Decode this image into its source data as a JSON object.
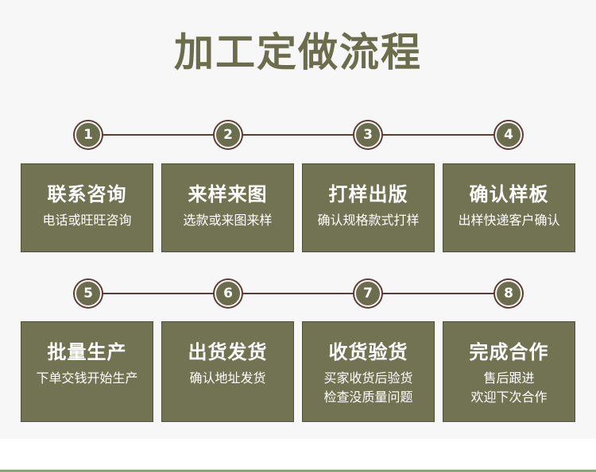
{
  "title": "加工定做流程",
  "colors": {
    "accent": "#717352",
    "title": "#6b6d4c",
    "connector": "#5e3b34",
    "background": "#f7f7f7"
  },
  "steps": [
    {
      "number": "1",
      "title": "联系咨询",
      "desc": [
        "电话或旺旺咨询"
      ]
    },
    {
      "number": "2",
      "title": "来样来图",
      "desc": [
        "选款或来图来样"
      ]
    },
    {
      "number": "3",
      "title": "打样出版",
      "desc": [
        "确认规格款式打样"
      ]
    },
    {
      "number": "4",
      "title": "确认样板",
      "desc": [
        "出样快递客户确认"
      ]
    },
    {
      "number": "5",
      "title": "批量生产",
      "desc": [
        "下单交钱开始生产"
      ]
    },
    {
      "number": "6",
      "title": "出货发货",
      "desc": [
        "确认地址发货"
      ]
    },
    {
      "number": "7",
      "title": "收货验货",
      "desc": [
        "买家收货后验货",
        "检查没质量问题"
      ]
    },
    {
      "number": "8",
      "title": "完成合作",
      "desc": [
        "售后跟进",
        "欢迎下次合作"
      ]
    }
  ]
}
